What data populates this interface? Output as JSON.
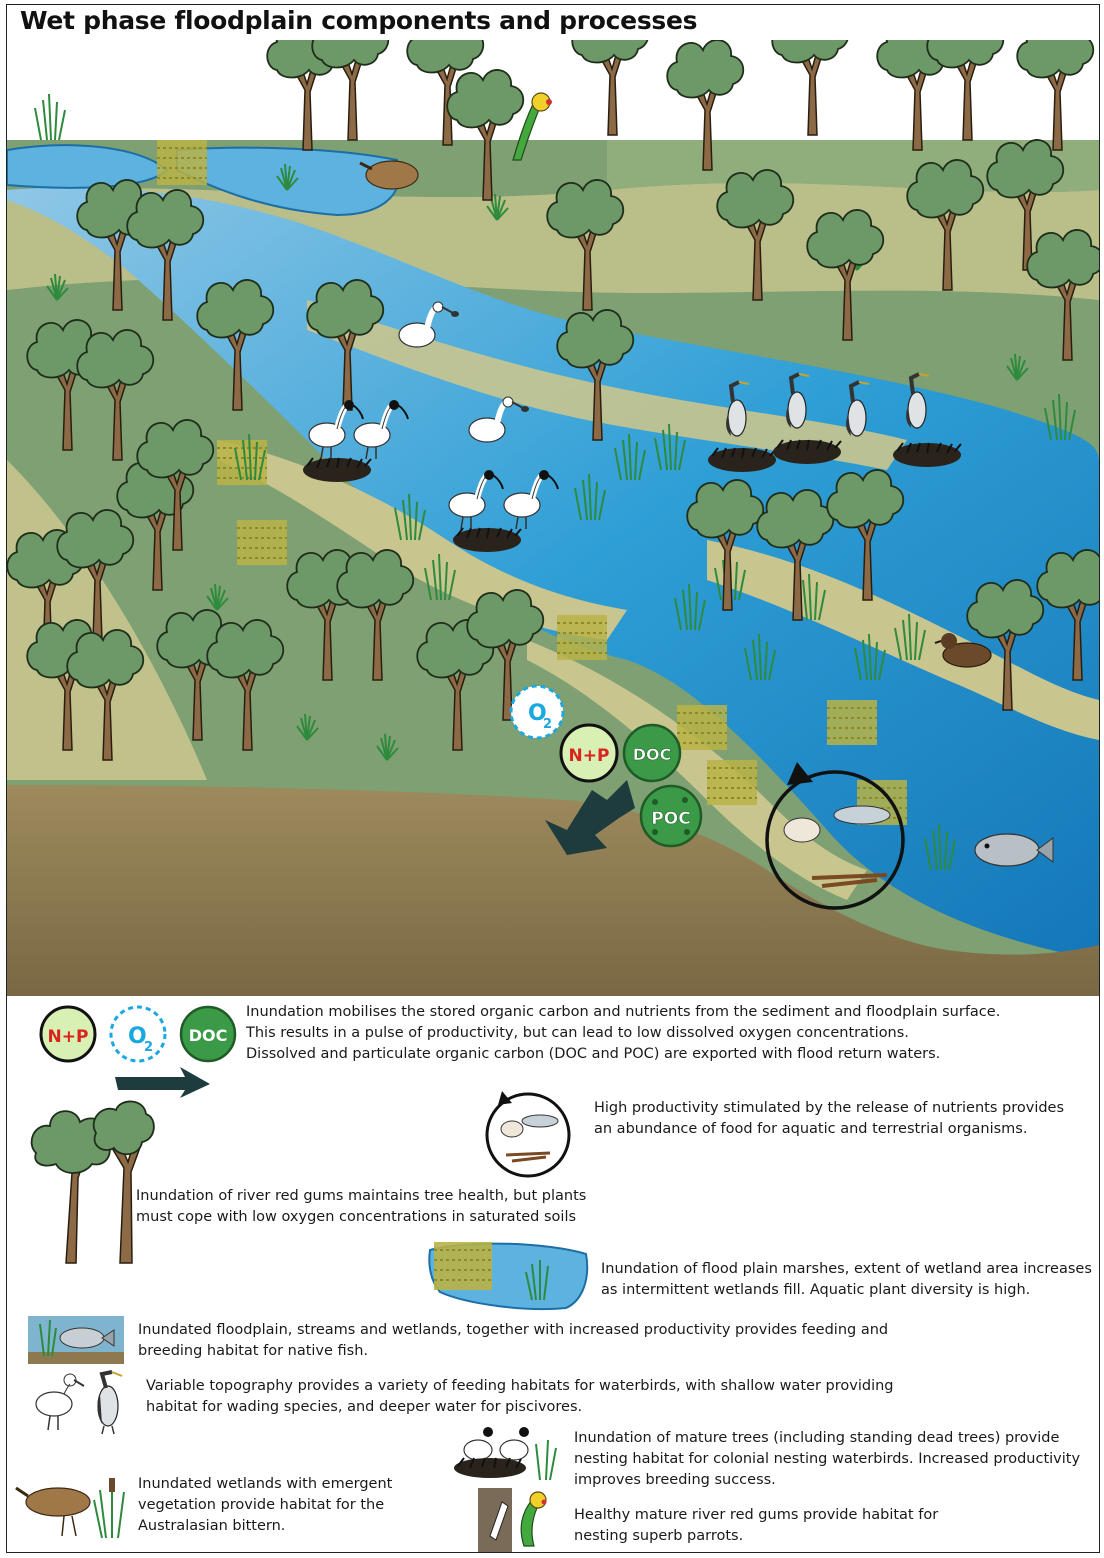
{
  "title": "Wet phase floodplain components and processes",
  "scene": {
    "labels": {
      "o2": "O",
      "o2_sub": "2",
      "np": "N+P",
      "doc": "DOC",
      "poc": "POC"
    }
  },
  "legend": {
    "icons": {
      "np": "N+P",
      "o2": "O",
      "o2_sub": "2",
      "doc": "DOC"
    },
    "nutrients": [
      "Inundation mobilises the stored organic carbon and nutrients from the sediment and floodplain surface.",
      "This results in a pulse of  productivity, but can lead to low dissolved oxygen concentrations.",
      "Dissolved and particulate organic carbon (DOC and POC) are exported with flood return waters."
    ],
    "productivity": [
      "High productivity stimulated by the release of nutrients provides",
      "an abundance of food for aquatic and terrestrial organisms."
    ],
    "red_gums": [
      "Inundation of river red gums maintains tree health, but plants",
      "must cope with low oxygen concentrations in saturated soils"
    ],
    "marshes": [
      "Inundation of flood plain marshes, extent of wetland area increases",
      "as intermittent wetlands fill.  Aquatic plant diversity is high."
    ],
    "fish": [
      "Inundated floodplain, streams  and wetlands, together with increased productivity provides feeding and",
      "breeding habitat for native fish."
    ],
    "waterbirds": [
      "Variable topography provides a variety of feeding habitats for waterbirds, with shallow water providing",
      "habitat for wading species, and deeper water for piscivores."
    ],
    "colonial": [
      "Inundation of mature trees (including standing dead trees) provide",
      "nesting habitat for colonial nesting waterbirds.  Increased productivity",
      "improves breeding success."
    ],
    "bittern": [
      "Inundated wetlands with emergent",
      "vegetation provide habitat for the",
      "Australasian bittern."
    ],
    "parrots": [
      "Healthy mature river red gums provide habitat for",
      "nesting superb parrots."
    ]
  },
  "colors": {
    "water": "#2f9fd6",
    "floodplain": "#7ea072",
    "levee": "#c9c58e",
    "sediment": "#8c7950",
    "tree_crown": "#6d9867",
    "trunk": "#8b6a45"
  }
}
